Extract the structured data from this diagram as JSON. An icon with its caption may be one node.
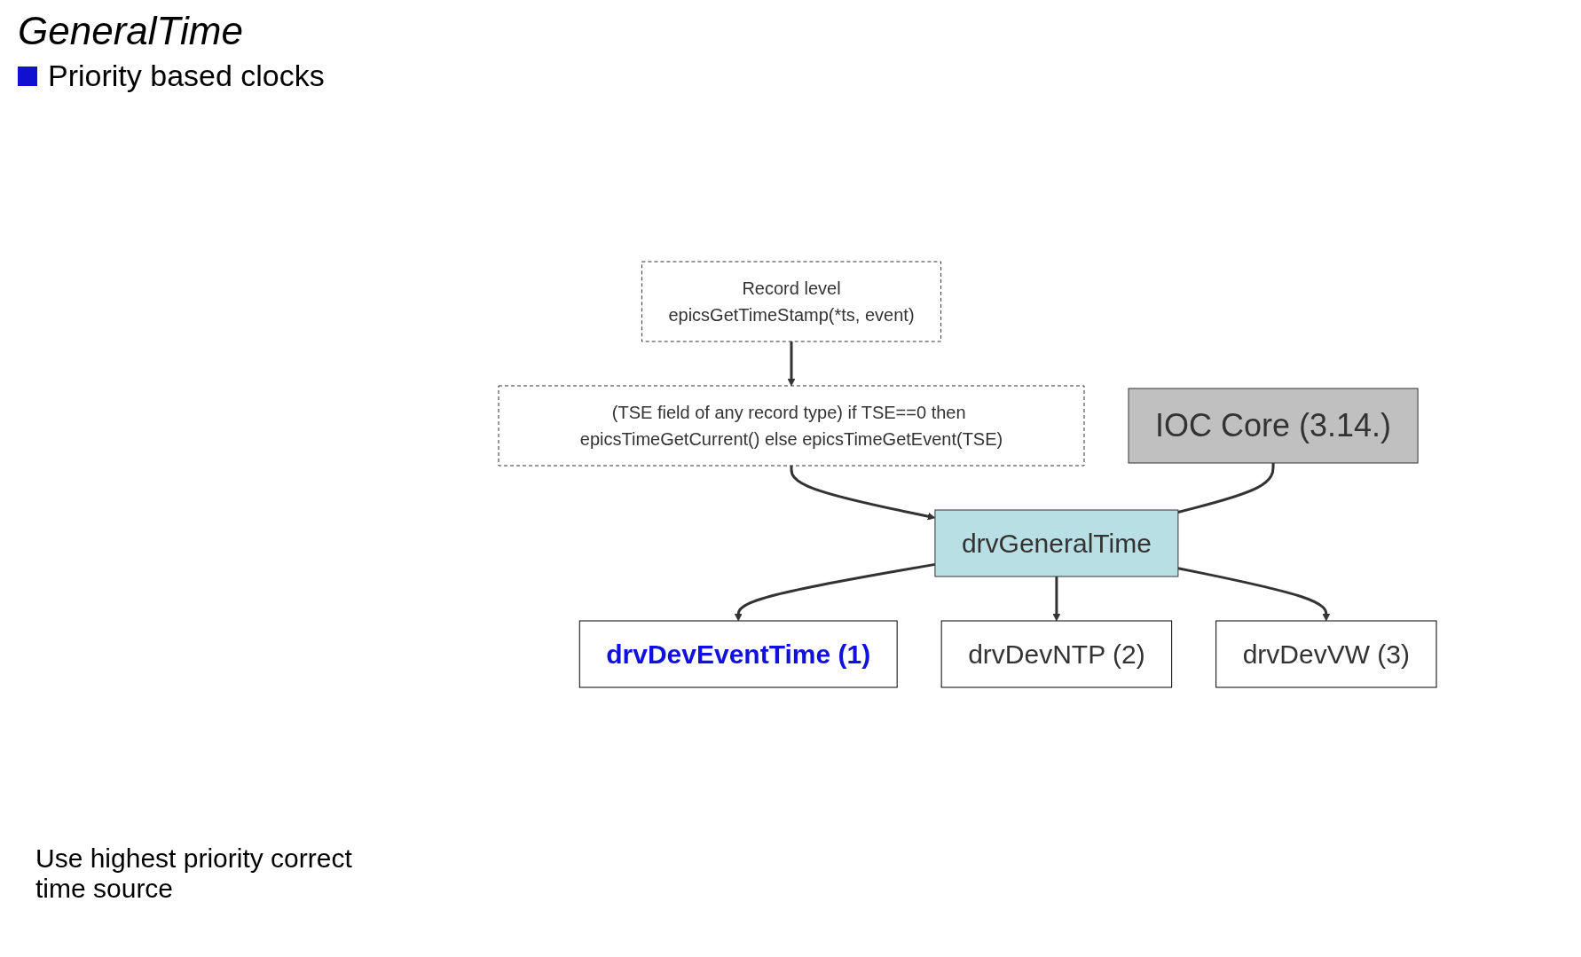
{
  "diagram": {
    "title": "GeneralTime",
    "nodes": [
      {
        "text": [
          "Record level",
          "epicsGetTimeStamp(*ts, event)"
        ]
      },
      {
        "text": [
          "(TSE field of any record type) if TSE==0 then epicsTimeGetCurrent() else epicsTimeGetEvent(TSE)"
        ]
      },
      {
        "text": [
          "IOC Core (3.14.)"
        ]
      },
      {
        "text": [
          "drvGeneralTime"
        ]
      },
      {
        "text": [
          "drvDevEventTime (1)"
        ]
      },
      {
        "text": [
          "drvDevNTP (2)"
        ]
      },
      {
        "text": [
          "drvDevVW (3)"
        ]
      }
    ],
    "edges": [
      {
        "from": 0,
        "to": 1,
        "arrow": "to"
      },
      {
        "from": 1,
        "to": 3,
        "arrow": "to"
      },
      {
        "from": 2,
        "to": 3,
        "arrow": "none"
      },
      {
        "from": 3,
        "to": 4,
        "arrow": "to"
      },
      {
        "from": 3,
        "to": 5,
        "arrow": "to"
      },
      {
        "from": 3,
        "to": 6,
        "arrow": "to"
      }
    ],
    "labels": [
      "Priority based clocks",
      "Use highest priority correct time source"
    ]
  }
}
